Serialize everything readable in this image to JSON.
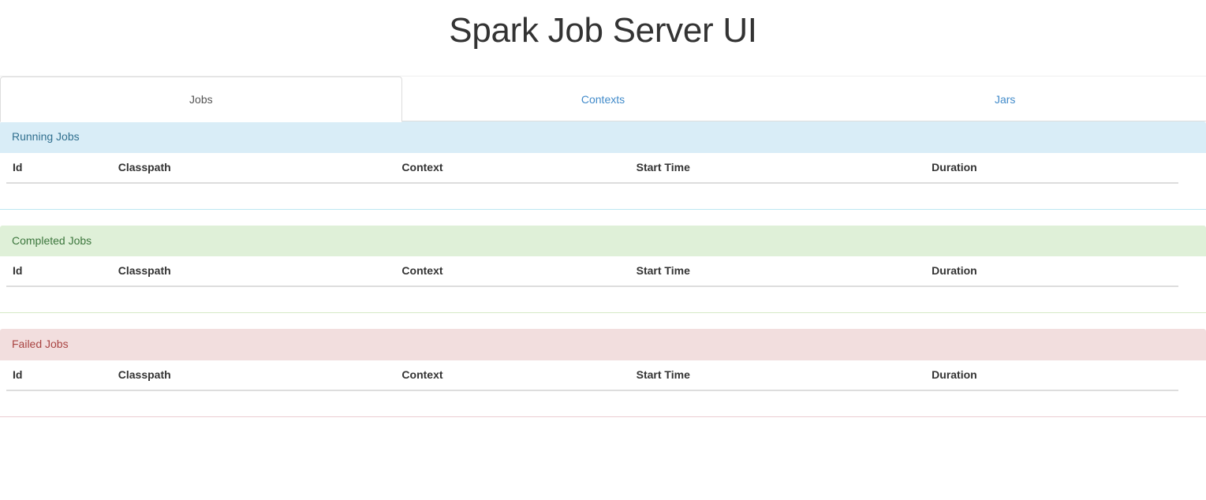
{
  "header": {
    "title": "Spark Job Server UI"
  },
  "tabs": [
    {
      "label": "Jobs",
      "active": true
    },
    {
      "label": "Contexts",
      "active": false
    },
    {
      "label": "Jars",
      "active": false
    }
  ],
  "columns": [
    "Id",
    "Classpath",
    "Context",
    "Start Time",
    "Duration"
  ],
  "panels": [
    {
      "key": "running",
      "title": "Running Jobs",
      "variant": "info",
      "heading_bg": "#d9edf7",
      "heading_text": "#31708f",
      "border": "#bce8f1",
      "rows": []
    },
    {
      "key": "completed",
      "title": "Completed Jobs",
      "variant": "success",
      "heading_bg": "#dff0d8",
      "heading_text": "#3c763d",
      "border": "#d6e9c6",
      "rows": []
    },
    {
      "key": "failed",
      "title": "Failed Jobs",
      "variant": "danger",
      "heading_bg": "#f2dede",
      "heading_text": "#a94442",
      "border": "#ebccd1",
      "rows": []
    }
  ],
  "colors": {
    "link": "#428bca",
    "title": "#333333",
    "tab_active_text": "#555555",
    "divider": "#dddddd",
    "header_rule": "#eeeeee"
  }
}
